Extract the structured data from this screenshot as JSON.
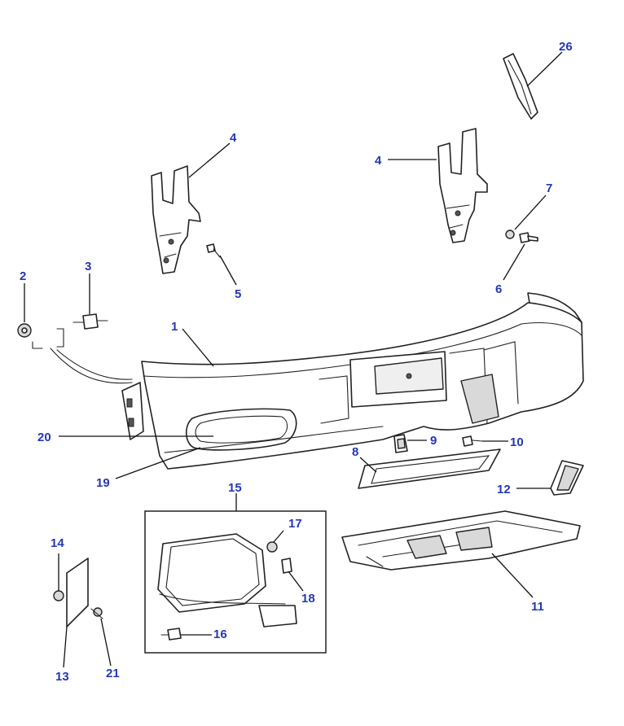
{
  "diagram": {
    "accent_color": "#2437b5",
    "callouts": [
      {
        "id": "1",
        "label": "1"
      },
      {
        "id": "2",
        "label": "2"
      },
      {
        "id": "3",
        "label": "3"
      },
      {
        "id": "4a",
        "label": "4"
      },
      {
        "id": "4b",
        "label": "4"
      },
      {
        "id": "5",
        "label": "5"
      },
      {
        "id": "6",
        "label": "6"
      },
      {
        "id": "7",
        "label": "7"
      },
      {
        "id": "8",
        "label": "8"
      },
      {
        "id": "9",
        "label": "9"
      },
      {
        "id": "10",
        "label": "10"
      },
      {
        "id": "11",
        "label": "11"
      },
      {
        "id": "12",
        "label": "12"
      },
      {
        "id": "13",
        "label": "13"
      },
      {
        "id": "14",
        "label": "14"
      },
      {
        "id": "15",
        "label": "15"
      },
      {
        "id": "16",
        "label": "16"
      },
      {
        "id": "17",
        "label": "17"
      },
      {
        "id": "18",
        "label": "18"
      },
      {
        "id": "19",
        "label": "19"
      },
      {
        "id": "20",
        "label": "20"
      },
      {
        "id": "21",
        "label": "21"
      },
      {
        "id": "26",
        "label": "26"
      }
    ]
  }
}
